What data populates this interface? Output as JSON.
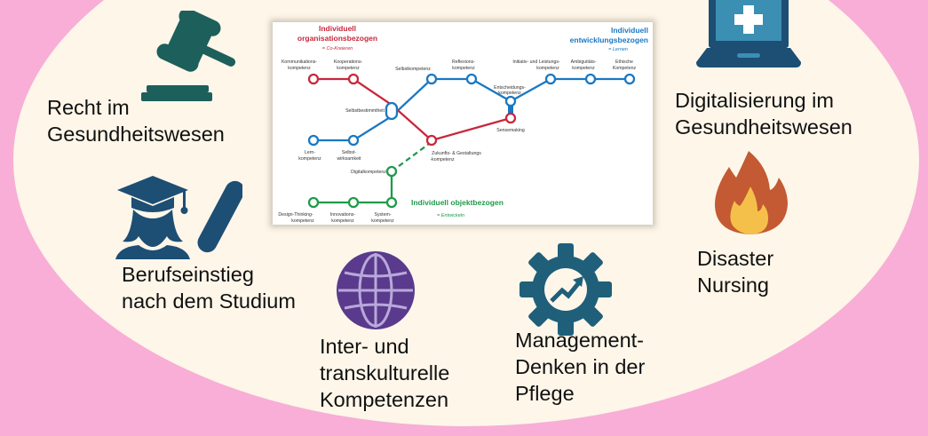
{
  "topics": {
    "recht": [
      "Recht im",
      "Gesundheitswesen"
    ],
    "digital": [
      "Digitalisierung im",
      "Gesundheitswesen"
    ],
    "beruf": [
      "Berufseinstieg",
      "nach dem Studium"
    ],
    "inter": [
      "Inter- und",
      "transkulturelle",
      "Kompetenzen"
    ],
    "management": [
      "Management-",
      "Denken in der",
      "Pflege"
    ],
    "disaster": [
      "Disaster",
      "Nursing"
    ]
  },
  "icons": [
    "gavel-icon",
    "laptop-medical-icon",
    "graduate-diploma-icon",
    "globe-icon",
    "gear-growth-icon",
    "flame-icon"
  ],
  "diagram": {
    "headings": {
      "org": [
        "Individuell",
        "organisationsbezogen"
      ],
      "org_sub": "= Co-Kreieren",
      "dev": [
        "Individuell",
        "entwicklungsbezogen"
      ],
      "dev_sub": "= Lernen",
      "obj": "Individuell objektbezogen",
      "obj_sub": "= Entwickeln"
    },
    "nodes": {
      "kommunikation": [
        "Kommunikations-",
        "kompetenz"
      ],
      "kooperation": [
        "Kooperations-",
        "kompetenz"
      ],
      "selbstkompetenz": "Selbstkompetenz",
      "reflexion": [
        "Reflexions-",
        "kompetenz"
      ],
      "initiativ": [
        "Initiativ- und Leistungs-",
        "kompetenz"
      ],
      "ambiguitaet": [
        "Ambiguitäts-",
        "kompetenz"
      ],
      "ethisch": [
        "Ethische",
        "Kompetenz"
      ],
      "entscheidung": [
        "Entscheidungs-",
        "kompetenz"
      ],
      "selbstbestimmtheit": "Selbstbestimmtheit",
      "sensemaking": "Sensemaking",
      "lern": [
        "Lern-",
        "kompetenz"
      ],
      "selbstwirksamkeit": [
        "Selbst-",
        "wirksamkeit"
      ],
      "zukunft": [
        "Zukunfts- & Gestaltungs",
        "-kompetenz"
      ],
      "digital": "Digitalkompetenz",
      "designthinking": [
        "Design-Thinking-",
        "kompetenz"
      ],
      "innovation": [
        "Innovations-",
        "kompetenz"
      ],
      "system": [
        "System-",
        "kompetenz"
      ]
    },
    "colors": {
      "red": "#c8283c",
      "blue": "#1a78c2",
      "green": "#1f9a4a"
    }
  },
  "colors": {
    "background": "#f8aed6",
    "oval": "#fdf6e9",
    "icon_teal": "#1d5f5a",
    "icon_blue": "#1d4e74"
  }
}
